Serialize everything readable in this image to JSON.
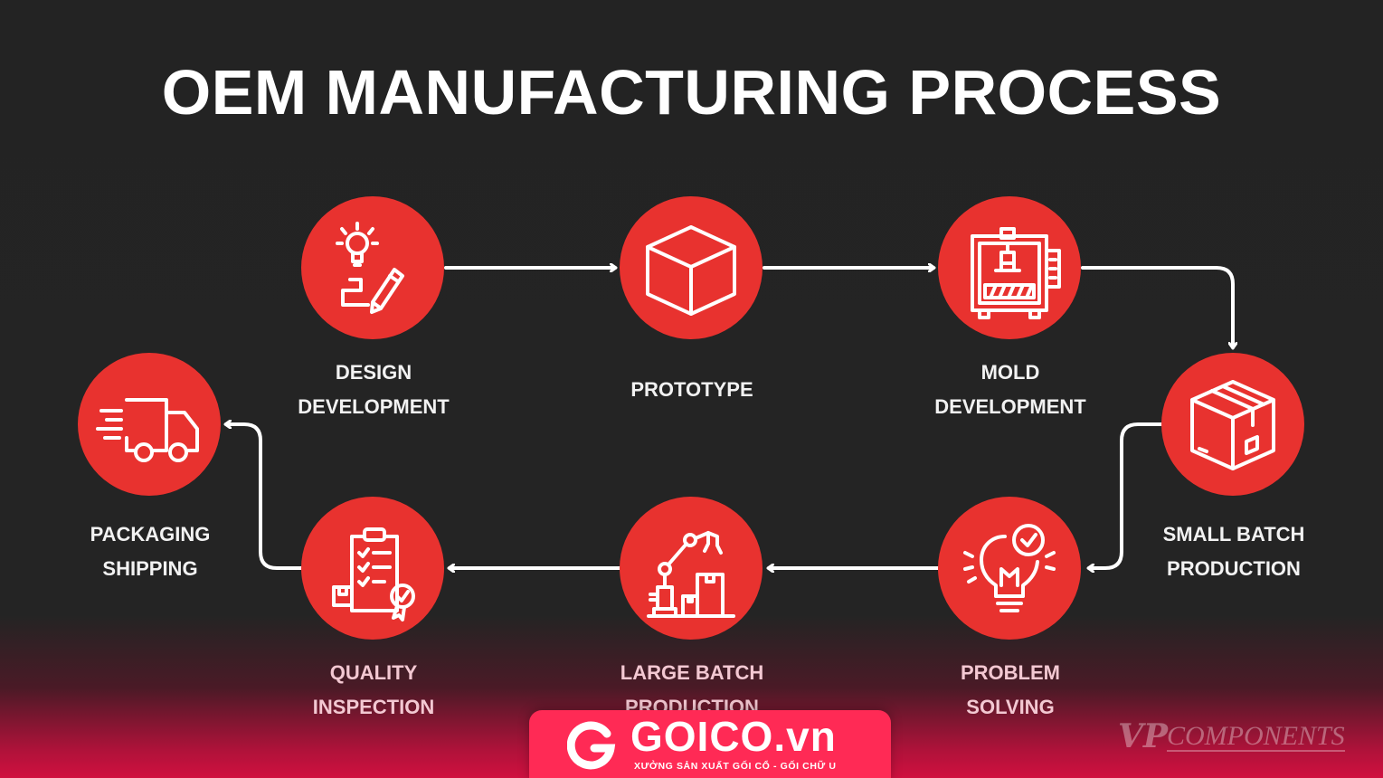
{
  "title": "OEM MANUFACTURING PROCESS",
  "steps": [
    {
      "id": "design-development",
      "icon": "lightbulb-pencil-icon",
      "line1": "DESIGN",
      "line2": "DEVELOPMENT"
    },
    {
      "id": "prototype",
      "icon": "cube-icon",
      "line1": "PROTOTYPE",
      "line2": ""
    },
    {
      "id": "mold-development",
      "icon": "press-machine-icon",
      "line1": "MOLD",
      "line2": "DEVELOPMENT"
    },
    {
      "id": "small-batch-production",
      "icon": "box-icon",
      "line1": "SMALL BATCH",
      "line2": "PRODUCTION"
    },
    {
      "id": "problem-solving",
      "icon": "lightbulb-check-icon",
      "line1": "PROBLEM",
      "line2": "SOLVING"
    },
    {
      "id": "large-batch-production",
      "icon": "robot-arm-icon",
      "line1": "LARGE BATCH",
      "line2": "PRODUCTION"
    },
    {
      "id": "quality-inspection",
      "icon": "clipboard-check-icon",
      "line1": "QUALITY",
      "line2": "INSPECTION"
    },
    {
      "id": "packaging-shipping",
      "icon": "truck-icon",
      "line1": "PACKAGING",
      "line2": "SHIPPING"
    }
  ],
  "colors": {
    "circle": "#e8322f",
    "background": "#232323",
    "arrow": "#ffffff",
    "badge": "#ff2a55"
  },
  "badge": {
    "name": "GOICO.vn",
    "tagline": "XƯỞNG SẢN XUẤT GỐI CỔ - GỐI CHỮ U",
    "icon": "goico-logo-icon"
  },
  "watermark": {
    "mark": "VP",
    "text": "COMPONENTS"
  }
}
